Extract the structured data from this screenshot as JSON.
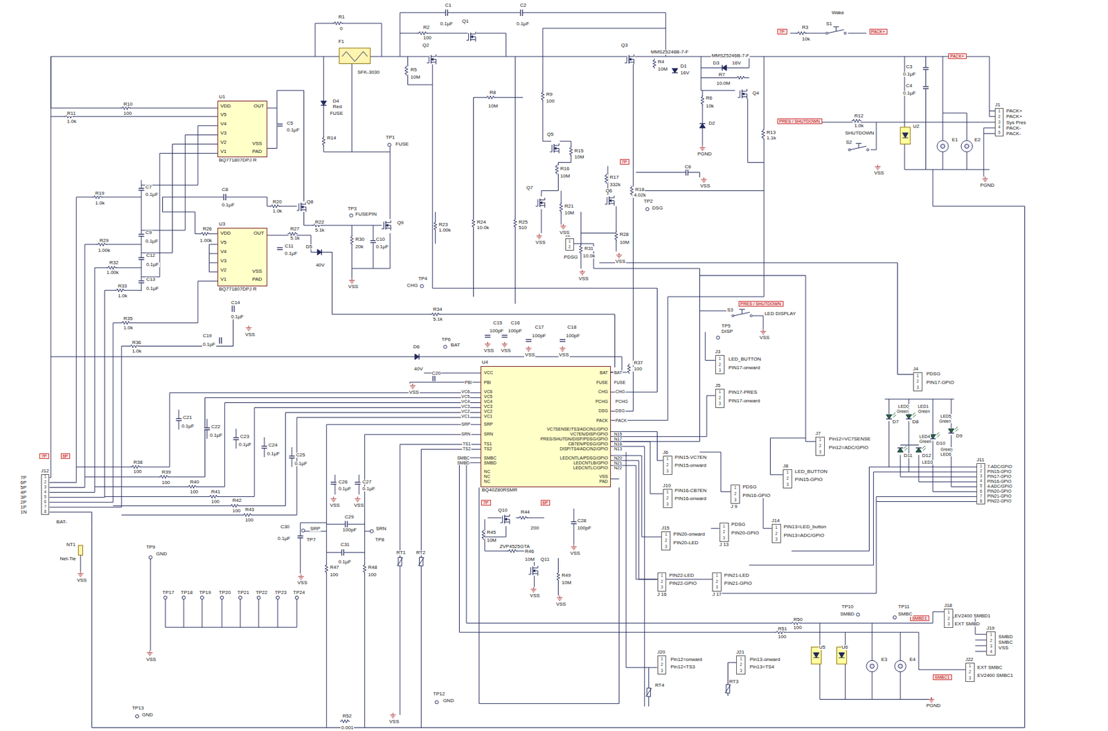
{
  "diagram": {
    "nodes": [
      {
        "text": [
          "U1",
          "BQ771807DPJ R"
        ]
      },
      {
        "text": [
          "U3",
          "BQ771807DPJ R"
        ]
      },
      {
        "text": [
          "U4",
          "BQ40Z80RSMR"
        ]
      },
      {
        "text": [
          "J1",
          "1",
          "2",
          "3",
          "4",
          "5"
        ]
      },
      {
        "text": [
          "J2",
          "1",
          "2"
        ]
      },
      {
        "text": [
          "J3",
          "1",
          "2",
          "3"
        ]
      },
      {
        "text": [
          "J4",
          "1",
          "2",
          "3"
        ]
      },
      {
        "text": [
          "J5",
          "1",
          "2",
          "3"
        ]
      },
      {
        "text": [
          "J7",
          "1",
          "2",
          "3"
        ]
      },
      {
        "text": [
          "J6",
          "1",
          "2",
          "3"
        ]
      },
      {
        "text": [
          "J8",
          "1",
          "2",
          "3"
        ]
      },
      {
        "text": [
          "J10",
          "1",
          "2",
          "3"
        ]
      },
      {
        "text": [
          "J 9",
          "1",
          "2",
          "3"
        ]
      },
      {
        "text": [
          "J 13",
          "1",
          "2",
          "3"
        ]
      },
      {
        "text": [
          "J14",
          "1",
          "2",
          "3"
        ]
      },
      {
        "text": [
          "J15",
          "1",
          "2",
          "3"
        ]
      },
      {
        "text": [
          "J 16",
          "1",
          "2",
          "3"
        ]
      },
      {
        "text": [
          "J 17",
          "1",
          "2",
          "3"
        ]
      },
      {
        "text": [
          "J11",
          "1",
          "2",
          "3",
          "4",
          "5",
          "6",
          "7",
          "8"
        ]
      },
      {
        "text": [
          "J12",
          "1",
          "2",
          "3",
          "4",
          "5",
          "6",
          "7",
          "8"
        ]
      },
      {
        "text": [
          "J18",
          "1",
          "2",
          "3"
        ]
      },
      {
        "text": [
          "J19",
          "1",
          "2",
          "3",
          "4"
        ]
      },
      {
        "text": [
          "J22",
          "1",
          "2",
          "3"
        ]
      },
      {
        "text": [
          "J20",
          "1",
          "2",
          "3"
        ]
      },
      {
        "text": [
          "J21",
          "1",
          "2",
          "3"
        ]
      }
    ],
    "labels": [
      "R1",
      "0",
      "F1",
      "SFK-3030",
      "C1",
      "0.1µF",
      "C2",
      "0.1µF",
      "R2",
      "100",
      "Q1",
      "Q2",
      "Q3",
      "7P",
      "R3",
      "10k",
      "S1",
      "Wake",
      "PACK+",
      "MMSZ5246B-7-F",
      "R4",
      "10M",
      "D1",
      "16V",
      "MMSZ5246B-7-F",
      "D3",
      "16V",
      "R7",
      "10.0M",
      "Q4",
      "R6",
      "10k",
      "D2",
      "PGND",
      "PACK+",
      "C3",
      "0.1µF",
      "C4",
      "0.1µF",
      "PACK+",
      "PACK+",
      "Sys Pres",
      "PACK-",
      "PACK-",
      "E1",
      "E2",
      "U2",
      "PGND",
      "PRES / SHUTDOWN",
      "R12",
      "1.0k",
      "SHUTDOWN",
      "S2",
      "VSS",
      "R5",
      "10M",
      "R8",
      "10M",
      "R9",
      "100",
      "Q5",
      "R15",
      "10M",
      "R16",
      "10M",
      "Q7",
      "R21",
      "10M",
      "VSS",
      "VSS",
      "R17",
      "332k",
      "7P",
      "R18",
      "4.02k",
      "Q6",
      "TP2",
      "DSG",
      "R28",
      "10M",
      "VSS",
      "PDSG",
      "R31",
      "10.0k",
      "VSS",
      "C6",
      "VSS",
      "R13",
      "1.1k",
      "R10",
      "100",
      "R11",
      "1.0k",
      "VDD",
      "V5",
      "V4",
      "V3",
      "V2",
      "V1",
      "OUT",
      "VSS",
      "PAD",
      "C5",
      "0.1µF",
      "C7",
      "0.1µF",
      "R19",
      "1.0k",
      "C8",
      "0.1µF",
      "R20",
      "1.0k",
      "Q8",
      "C9",
      "0.1µF",
      "R29",
      "1.00k",
      "C12",
      "0.1µF",
      "R32",
      "1.00k",
      "C13",
      "0.1µF",
      "R33",
      "1.0k",
      "R26",
      "1.00k",
      "VDD",
      "V5",
      "V4",
      "V3",
      "V2",
      "V1",
      "OUT",
      "VSS",
      "PAD",
      "C11",
      "0.1µF",
      "R27",
      "5.1k",
      "D5",
      "40V",
      "C14",
      "0.1µF",
      "VSS",
      "R35",
      "1.0k",
      "C19",
      "0.1µF",
      "R36",
      "1.0k",
      "D4",
      "Red",
      "FUSE",
      "R14",
      "TP1",
      "FUSE",
      "TP3",
      "FUSEPIN",
      "R22",
      "5.1k",
      "Q9",
      "R30",
      "20k",
      "C10",
      "0.1µF",
      "VSS",
      "R23",
      "1.00k",
      "R24",
      "10.0k",
      "R25",
      "510",
      "TP4",
      "CHG",
      "R34",
      "5.1k",
      "D6",
      "40V",
      "TP6",
      "BAT",
      "C15",
      "100pF",
      "C16",
      "100pF",
      "C17",
      "100pF",
      "C18",
      "100pF",
      "VSS",
      "VSS",
      "VSS",
      "VSS",
      "R37",
      "100",
      "C20",
      "VSS",
      "VCC",
      "PBI",
      "VC6",
      "VC5",
      "VC4",
      "VC3",
      "VC2",
      "VC1",
      "SRP",
      "SRN",
      "TS1",
      "TS2",
      "SMBC",
      "SMBD",
      "NC",
      "NC",
      "NC",
      "BAT",
      "FUSE",
      "CHG",
      "PCHG",
      "DSG",
      "PACK",
      "VC7SENSE/TS3/ADCIN1/GPIO",
      "VC7EN/DISP/GPIO",
      "PRES/SHUTDN/DISP/PDSG/GPIO",
      "CB7EN/PDSG/GPIO",
      "DISP/TS4/ADCIN2/GPIO",
      "LEDCNTLA/PDSG/GPIO",
      "LEDCNTLB/GPIO",
      "LEDCNTLC/GPIO",
      "VSS",
      "PAD",
      "PBI",
      "VC6",
      "VC5",
      "VC4",
      "VC3",
      "VC2",
      "VC1",
      "SRP",
      "SRN",
      "TS1",
      "TS2",
      "SMBC",
      "SMBD",
      "BAT",
      "FUSE",
      "CHG",
      "PCHG",
      "DSG",
      "PACK",
      "N15",
      "N17",
      "N16",
      "N13",
      "N20",
      "N21",
      "N22",
      "C21",
      "0.1µF",
      "C22",
      "0.1µF",
      "C23",
      "0.1µF",
      "C24",
      "0.1µF",
      "C25",
      "0.1µF",
      "R38",
      "100",
      "R39",
      "100",
      "R40",
      "100",
      "R41",
      "100",
      "R42",
      "100",
      "R43",
      "100",
      "7P",
      "6P",
      "5P",
      "4P",
      "3P",
      "2P",
      "1P",
      "1N",
      "7P",
      "6P",
      "BAT-",
      "NT1",
      "Net-Tie",
      "VSS",
      "C26",
      "0.1µF",
      "C27",
      "0.1µF",
      "VSS",
      "VSS",
      "C30",
      "0.1µF",
      "SRP",
      "TP7",
      "C29",
      "100pF",
      "SRN",
      "TP8",
      "C31",
      "0.1µF",
      "R47",
      "100",
      "R48",
      "100",
      "RT1",
      "RT2",
      "R52",
      "0.001",
      "VSS",
      "TP9",
      "GND",
      "VSS",
      "TP17",
      "TP18",
      "TP19",
      "TP20",
      "TP21",
      "TP22",
      "TP23",
      "TP24",
      "TP12",
      "GND",
      "TP13",
      "GND",
      "VSS",
      "Q10",
      "7P",
      "6P",
      "R44",
      "200",
      "R45",
      "10M",
      "ZVP4525GTA",
      "R46",
      "10M",
      "Q11",
      "VSS",
      "R49",
      "10M",
      "VSS",
      "C28",
      "100pF",
      "VSS",
      "RT4",
      "RT3",
      "PRES / SHUTDOWN",
      "S3",
      "LED DISPLAY",
      "TP5",
      "DISP",
      "VSS",
      "LED_BUTTON",
      "PIN17-onward",
      "PIN17-PRES",
      "PIN17-onward",
      "PDSG",
      "PIN17-GPIO",
      "Pin12=VC7SENSE",
      "Pin12=ADC/GPIO",
      "PIN15-VC7EN",
      "PIN15-onward",
      "LED_BUTTON",
      "PIN15-GPIO",
      "PIN16-CB7EN",
      "PIN16-onward",
      "PDSG",
      "PIN16-GPIO",
      "PDSG",
      "PIN20-GPIO",
      "PIN13=LED_button",
      "PIN13=ADC/GPIO",
      "PIN20-onward",
      "PIN20-LED",
      "PIN22-LED",
      "PIN22-GPIO",
      "PIN21-LED",
      "PIN21-GPIO",
      "7-ADC/GPIO",
      "PIN15-GPIO",
      "PIN17-GPIO",
      "PIN16-GPIO",
      "4-ADC/GPIO",
      "PIN20-GPIO",
      "PIN21-GPIO",
      "PIN22-GPIO",
      "D7",
      "D8",
      "D9",
      "D10",
      "D11",
      "D12",
      "LED0",
      "Green",
      "LED1",
      "Green",
      "LED5",
      "Green",
      "LED4",
      "Green",
      "Green",
      "LED6",
      "LED3",
      "SMBD1",
      "EV2400 SMBD1",
      "EXT SMBD",
      "SMBD",
      "SMBC",
      "VSS",
      "EXT SMBC",
      "EV2400 SMBC1",
      "SMBC1",
      "Pin12=onward",
      "Pin12=TS3",
      "Pin13-onward",
      "Pin13=TS4",
      "R50",
      "100",
      "R51",
      "100",
      "TP10",
      "SMBD",
      "TP11",
      "SMBC",
      "U5",
      "U6",
      "E3",
      "E4",
      "PGND"
    ]
  }
}
